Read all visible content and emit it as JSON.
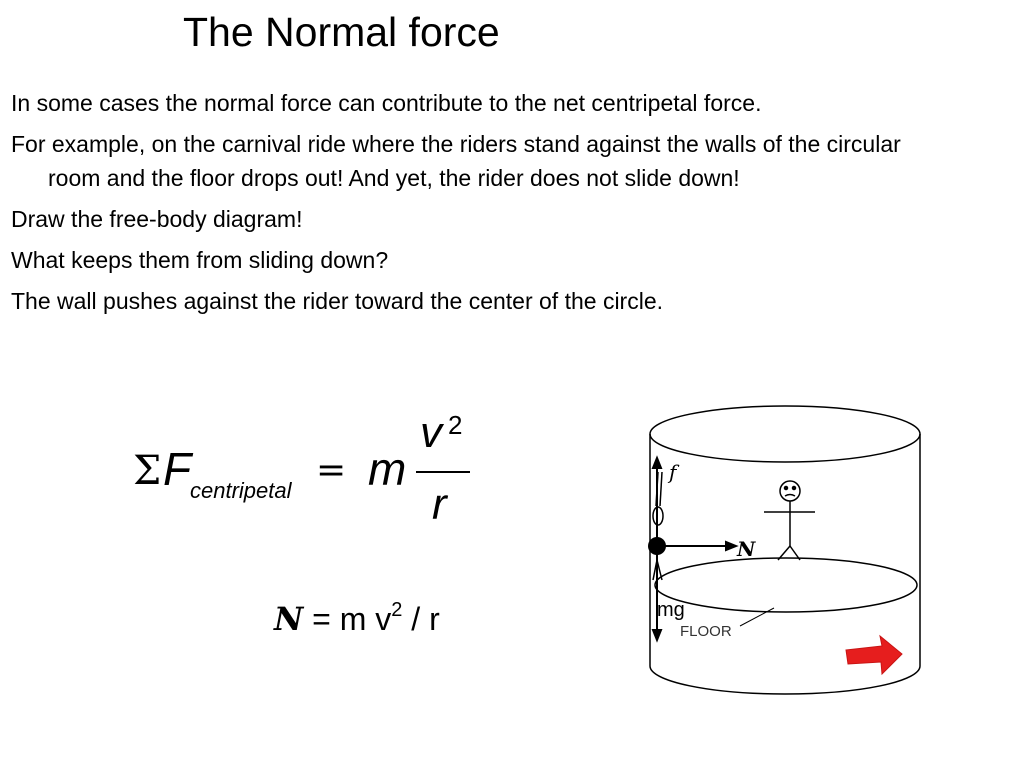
{
  "slide": {
    "title": "The Normal force",
    "bullets": [
      "In some cases the normal force can contribute to the net centripetal force.",
      "For example, on the carnival ride where the riders stand against the walls of the circular room and the floor drops out!  And yet, the rider does not slide down!",
      "Draw the free-body diagram!",
      "What keeps them from sliding down?",
      "The wall pushes against the rider toward the center of the circle."
    ]
  },
  "formula": {
    "sigma": "Σ",
    "force": "F",
    "subscript": "centripetal",
    "equals": "=",
    "mass": "m",
    "numerator": "v",
    "exponent": "2",
    "denominator": "r"
  },
  "equation": {
    "symbol": "N",
    "rest": " = m v",
    "exponent": "2",
    "tail": " / r"
  },
  "diagram": {
    "friction_label": "f",
    "normal_label": "N",
    "weight_label": "mg",
    "floor_label": "FLOOR",
    "arrow_color": "#e61e1e"
  }
}
